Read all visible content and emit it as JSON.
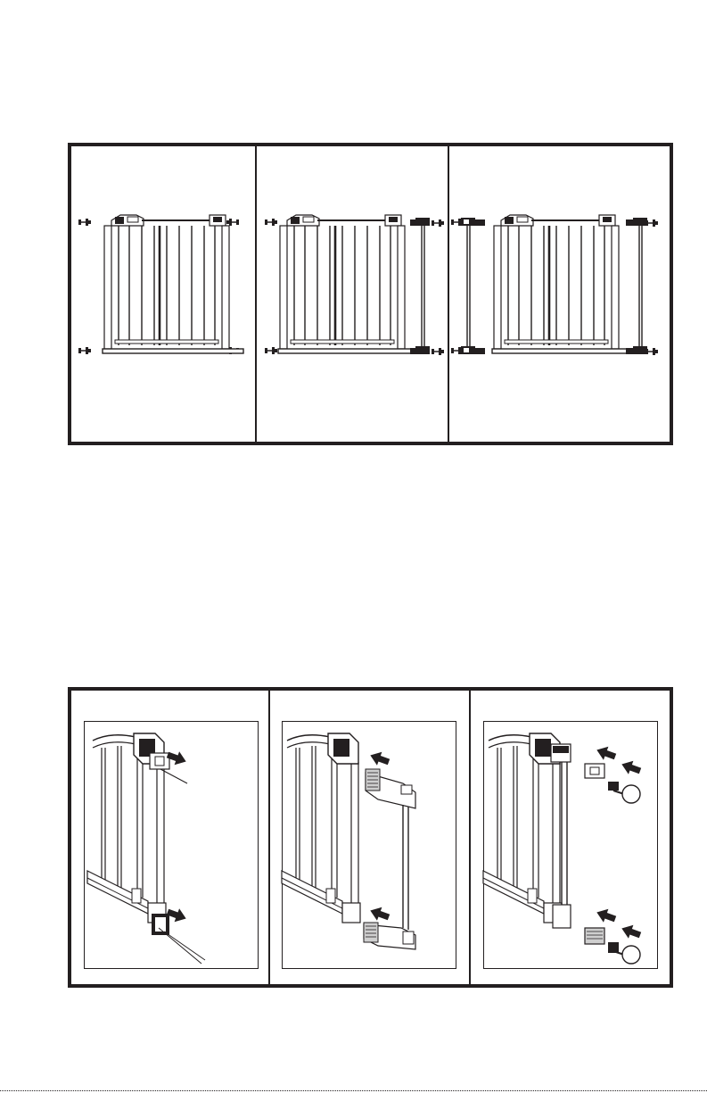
{
  "colors": {
    "ink": "#231f20",
    "paper": "#ffffff",
    "metal": "#cfcfcf",
    "dark": "#4a4748"
  },
  "top_panel": {
    "cells": [
      {
        "name": "gate-only",
        "pieces": [
          "gate",
          "pressure-spindles"
        ]
      },
      {
        "name": "gate-with-one-extension",
        "pieces": [
          "gate",
          "extension"
        ]
      },
      {
        "name": "gate-with-two-extensions",
        "pieces": [
          "extension",
          "gate",
          "extension"
        ]
      }
    ]
  },
  "bottom_panel": {
    "steps": [
      {
        "name": "remove-spindle-housings",
        "icons": [
          "arrow-right-icon",
          "arrow-right-icon"
        ]
      },
      {
        "name": "attach-extension",
        "icons": [
          "arrow-left-icon",
          "arrow-left-icon"
        ]
      },
      {
        "name": "insert-spindles-into-extension",
        "icons": [
          "arrow-left-icon",
          "arrow-left-icon",
          "arrow-left-icon",
          "arrow-left-icon"
        ]
      }
    ]
  }
}
